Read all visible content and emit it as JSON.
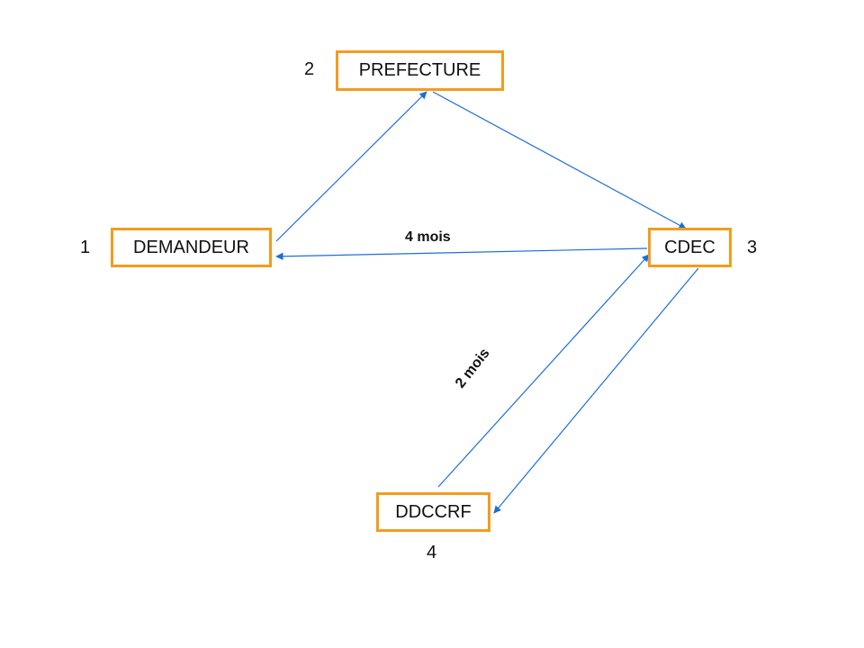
{
  "nodes": {
    "demandeur": {
      "label": "DEMANDEUR",
      "number": "1"
    },
    "prefecture": {
      "label": "PREFECTURE",
      "number": "2"
    },
    "cdec": {
      "label": "CDEC",
      "number": "3"
    },
    "ddccrf": {
      "label": "DDCCRF",
      "number": "4"
    }
  },
  "edges": [
    {
      "from": "DEMANDEUR",
      "to": "PREFECTURE",
      "label": ""
    },
    {
      "from": "PREFECTURE",
      "to": "CDEC",
      "label": ""
    },
    {
      "from": "CDEC",
      "to": "DEMANDEUR",
      "label": "4 mois"
    },
    {
      "from": "CDEC",
      "to": "DDCCRF",
      "label": ""
    },
    {
      "from": "DDCCRF",
      "to": "CDEC",
      "label": "2 mois"
    }
  ],
  "colors": {
    "box_border": "#f29c1f",
    "arrow": "#1b6fd8"
  }
}
